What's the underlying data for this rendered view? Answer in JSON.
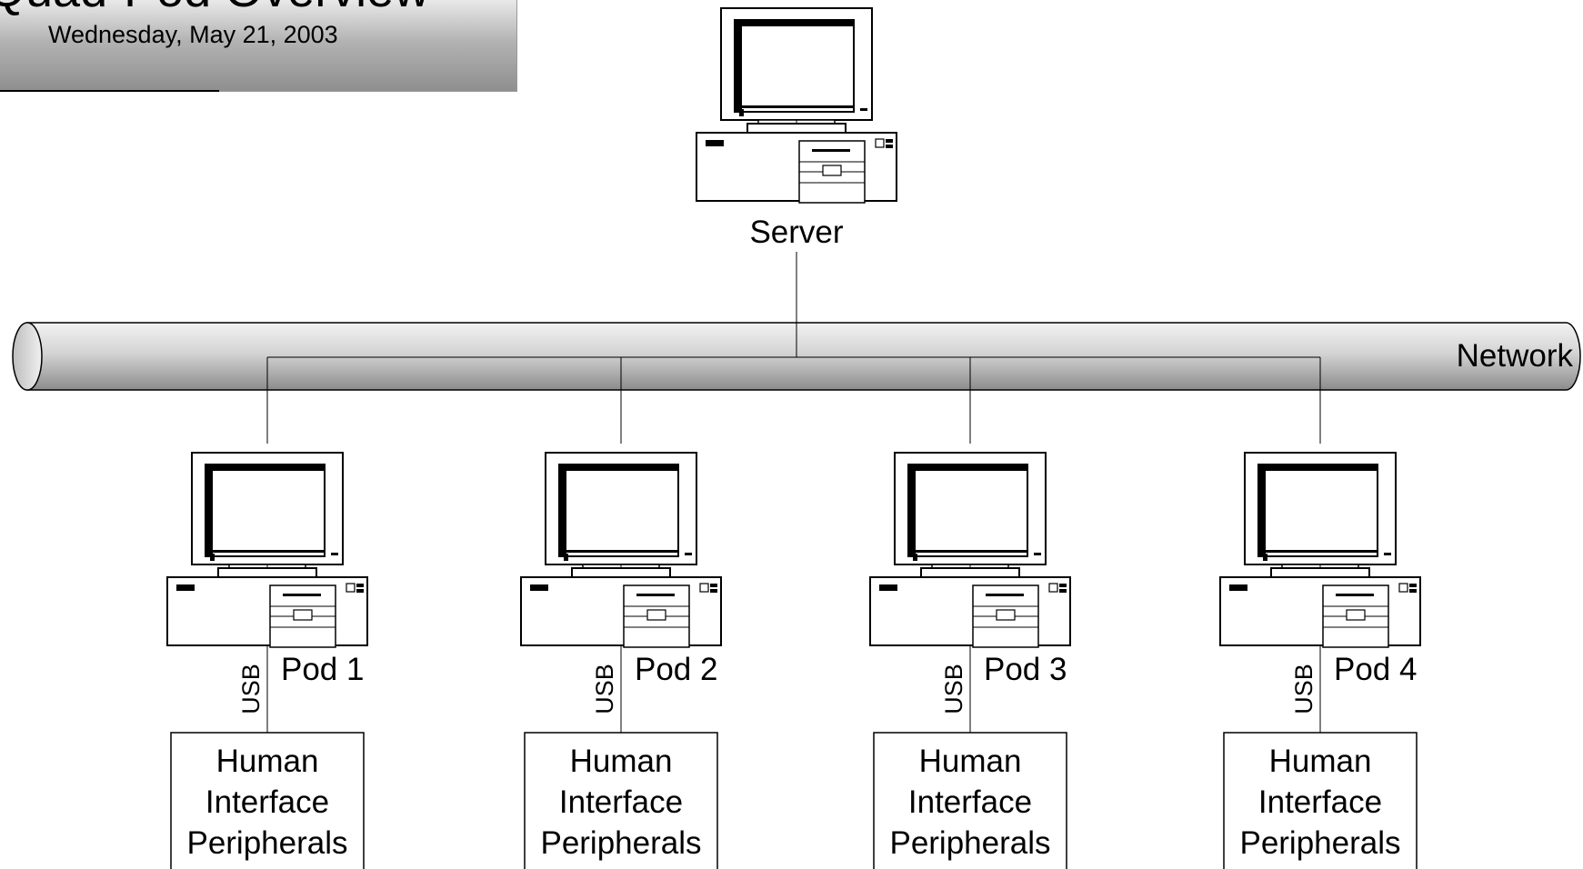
{
  "header": {
    "title": "Quad-Pod Overview",
    "date": "Wednesday, May 21, 2003"
  },
  "server": {
    "label": "Server"
  },
  "network": {
    "label": "Network"
  },
  "pods": [
    {
      "label": "Pod 1",
      "connection": "USB",
      "peripherals": [
        "Human",
        "Interface",
        "Peripherals"
      ]
    },
    {
      "label": "Pod 2",
      "connection": "USB",
      "peripherals": [
        "Human",
        "Interface",
        "Peripherals"
      ]
    },
    {
      "label": "Pod 3",
      "connection": "USB",
      "peripherals": [
        "Human",
        "Interface",
        "Peripherals"
      ]
    },
    {
      "label": "Pod 4",
      "connection": "USB",
      "peripherals": [
        "Human",
        "Interface",
        "Peripherals"
      ]
    }
  ]
}
